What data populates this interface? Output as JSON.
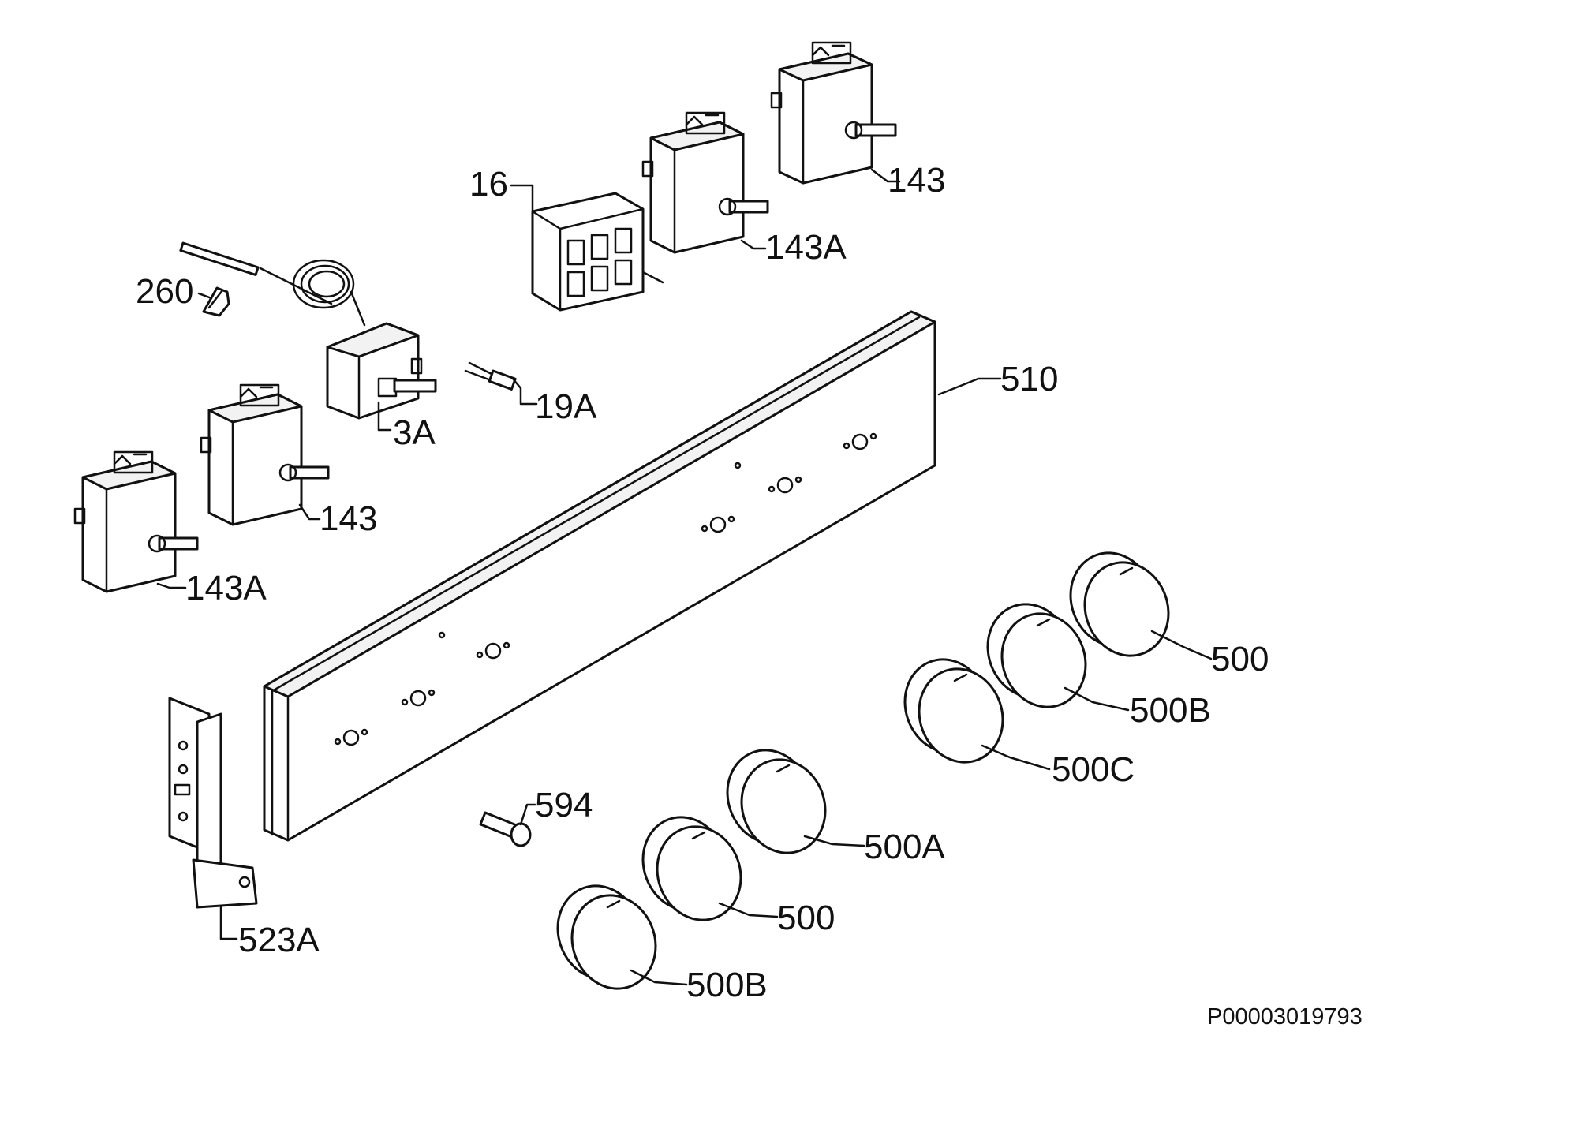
{
  "labels": {
    "l_16": "16",
    "l_143_top": "143",
    "l_143a_top": "143A",
    "l_260": "260",
    "l_19a": "19A",
    "l_3a": "3A",
    "l_143_mid": "143",
    "l_143a_left": "143A",
    "l_510": "510",
    "l_500_a": "500",
    "l_500b_a": "500B",
    "l_500c": "500C",
    "l_594": "594",
    "l_500a": "500A",
    "l_500_b": "500",
    "l_500b_b": "500B",
    "l_523a": "523A"
  },
  "drawing_code": "P00003019793"
}
